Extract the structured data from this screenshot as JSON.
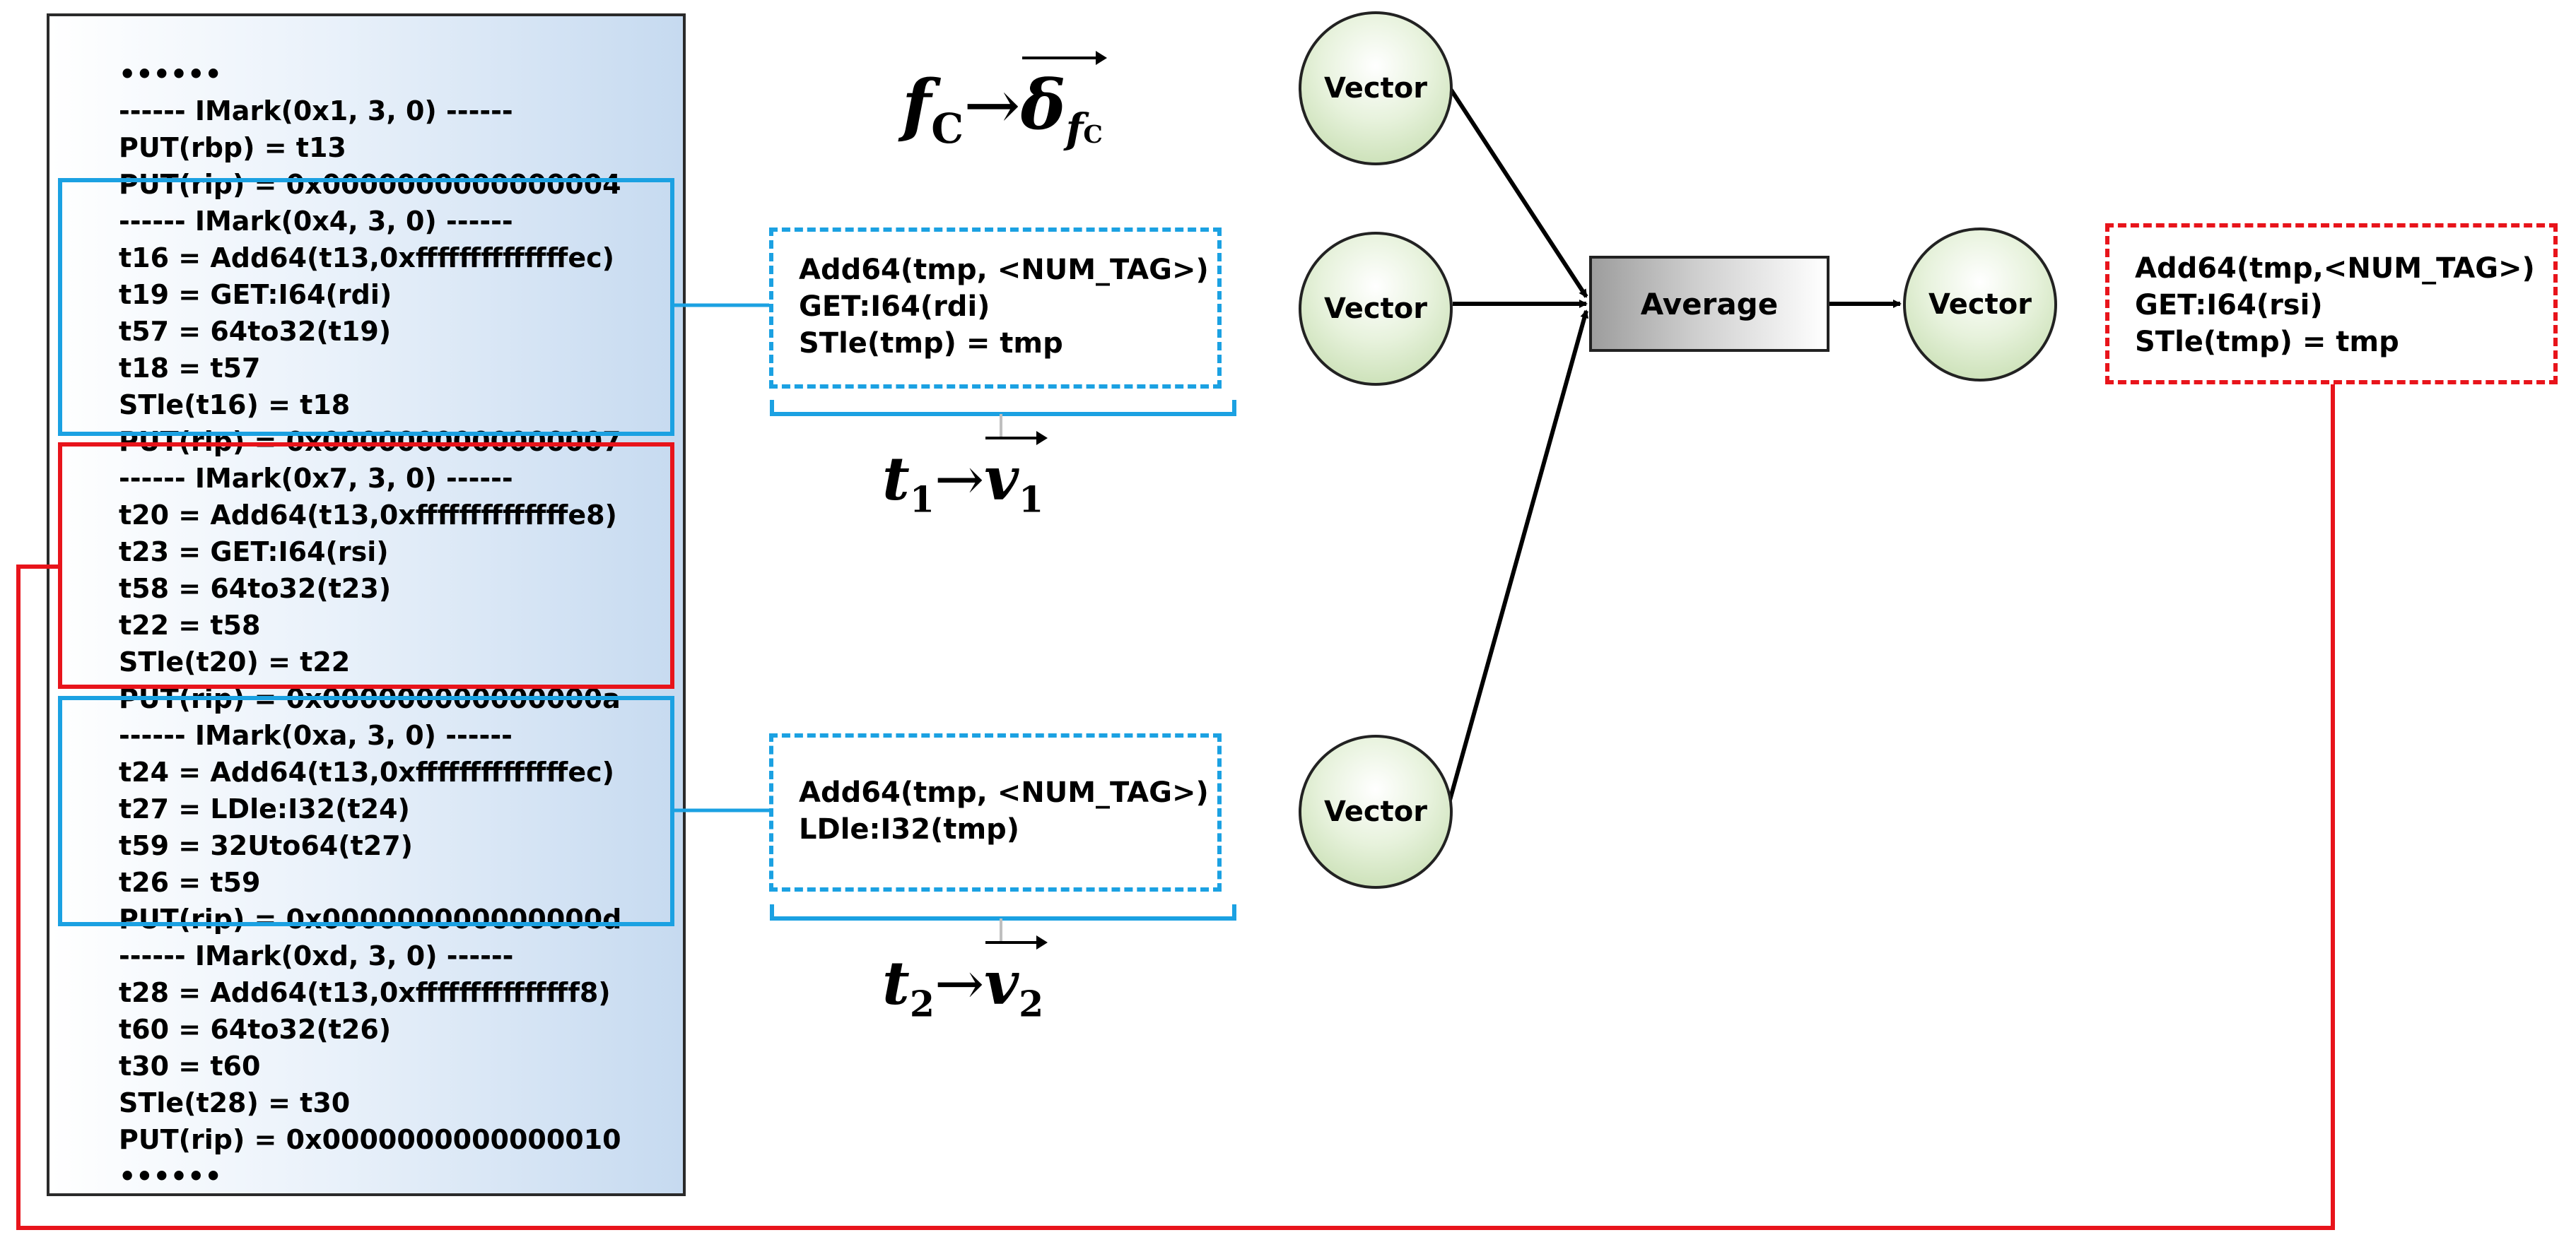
{
  "ir_listing": {
    "lines": [
      "••••••",
      "------ IMark(0x1, 3, 0) ------",
      "PUT(rbp) = t13",
      "PUT(rip) = 0x0000000000000004",
      "------ IMark(0x4, 3, 0) ------",
      "t16 = Add64(t13,0xffffffffffffffec)",
      "t19 = GET:I64(rdi)",
      "t57 = 64to32(t19)",
      "t18 = t57",
      "STle(t16) = t18",
      "PUT(rip) = 0x0000000000000007",
      "------ IMark(0x7, 3, 0) ------",
      "t20 = Add64(t13,0xffffffffffffffe8)",
      "t23 = GET:I64(rsi)",
      "t58 = 64to32(t23)",
      "t22 = t58",
      "STle(t20) = t22",
      "PUT(rip) = 0x000000000000000a",
      "------ IMark(0xa, 3, 0) ------",
      "t24 = Add64(t13,0xffffffffffffffec)",
      "t27 = LDle:I32(t24)",
      "t59 = 32Uto64(t27)",
      "t26 = t59",
      "PUT(rip) = 0x000000000000000d",
      "------ IMark(0xd, 3, 0) ------",
      "t28 = Add64(t13,0xfffffffffffffff8)",
      "t60 = 64to32(t26)",
      "t30 = t60",
      "STle(t28) = t30",
      "PUT(rip) = 0x0000000000000010",
      "••••••"
    ]
  },
  "token_boxes": {
    "t1": [
      "Add64(tmp, <NUM_TAG>)",
      "GET:I64(rdi)",
      "STle(tmp) = tmp"
    ],
    "t2": [
      "Add64(tmp, <NUM_TAG>)",
      "LDle:I32(tmp)"
    ],
    "query": [
      "Add64(tmp,<NUM_TAG>)",
      "GET:I64(rsi)",
      "STle(tmp) = tmp"
    ]
  },
  "math": {
    "fc_base": "f",
    "fc_sub": "C",
    "fc_arrow": "→",
    "fc_vec": "δ",
    "fc_vec_sub_base": "f",
    "fc_vec_sub_sub": "C",
    "t1_base": "t",
    "t1_sub": "1",
    "t1_arrow": "→",
    "t1_vec": "v",
    "t1_vec_sub": "1",
    "t2_base": "t",
    "t2_sub": "2",
    "t2_arrow": "→",
    "t2_vec": "v",
    "t2_vec_sub": "2"
  },
  "nodes": {
    "v1": "Vector",
    "v2": "Vector",
    "v3": "Vector",
    "out": "Vector",
    "average": "Average"
  },
  "colors": {
    "highlight_blue": "#1ba1e2",
    "highlight_red": "#e8141b",
    "node_fill": "#d8eac6",
    "average_fill": "#c8c8c8"
  }
}
